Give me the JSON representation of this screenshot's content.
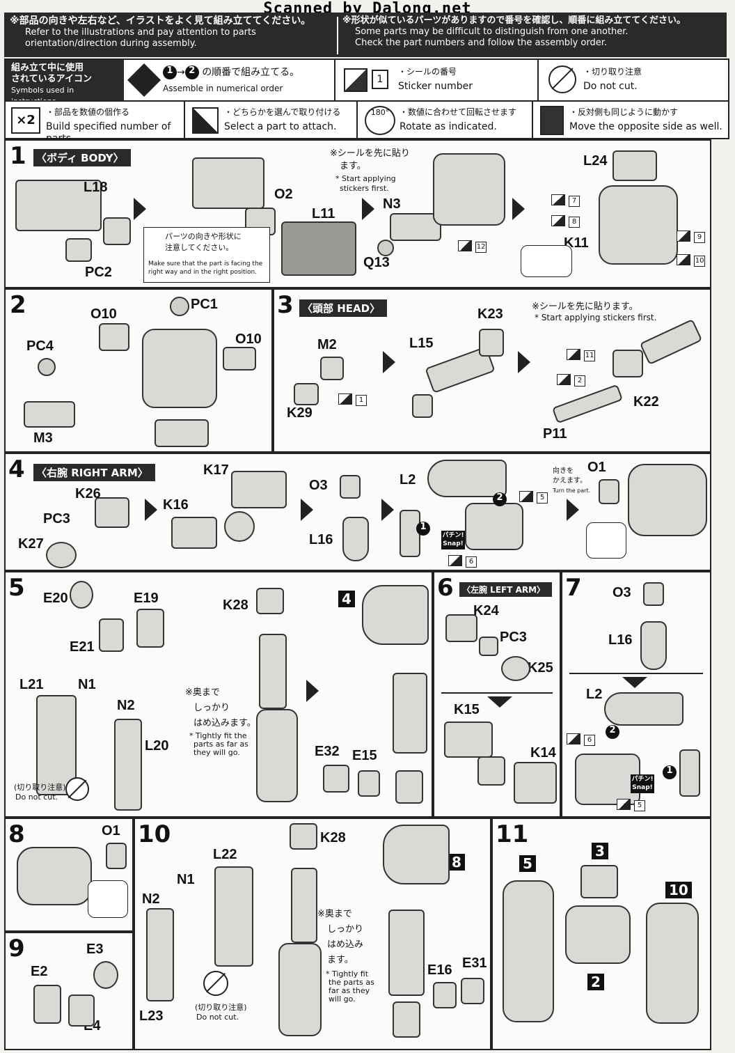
{
  "watermark": "Scanned by Dalong.net",
  "header": {
    "left_jp": "※部品の向きや左右など、イラストをよく見て組み立ててください。",
    "left_en1": "Refer to the illustrations and pay attention to parts",
    "left_en2": "orientation/direction during assembly.",
    "right_jp": "※形状が似ているパーツがありますので番号を確認し、順番に組み立ててください。",
    "right_en1": "Some parts may be difficult to distinguish from one another.",
    "right_en2": "Check the part numbers and follow the assembly order."
  },
  "legend": {
    "title_jp1": "組み立て中に使用",
    "title_jp2": "されているアイコン",
    "title_en": "Symbols used in instructions",
    "order_jp": "の順番で組み立てる。",
    "order_en": "Assemble in numerical order",
    "sticker_jp": "・シールの番号",
    "sticker_en": "Sticker number",
    "sticker_num": "1",
    "nocut_jp": "・切り取り注意",
    "nocut_en": "Do not cut.",
    "x2": "×2",
    "x2_jp": "・部品を数値の個作る",
    "x2_en": "Build specified number of parts.",
    "select_jp": "・どちらかを選んで取り付ける",
    "select_en": "Select a part to attach.",
    "rotate_label": "180°",
    "rotate_jp": "・数値に合わせて回転させます",
    "rotate_en": "Rotate as indicated.",
    "opposite_jp": "・反対側も同じように動かす",
    "opposite_en": "Move the opposite side as well."
  },
  "steps": {
    "s1": {
      "num": "1",
      "title": "〈ボディ BODY〉",
      "labels": [
        "L18",
        "PC2",
        "O2",
        "L11",
        "N3",
        "Q13",
        "L24",
        "K11"
      ],
      "stickers": [
        "12",
        "7",
        "8",
        "9",
        "10"
      ],
      "note_sticker_jp1": "※シールを先に貼り",
      "note_sticker_jp2": "ます。",
      "note_sticker_en1": "* Start applying",
      "note_sticker_en2": "stickers first.",
      "note_face_jp1": "パーツの向きや形状に",
      "note_face_jp2": "注意してください。",
      "note_face_en1": "Make sure that the part is facing the",
      "note_face_en2": "right way and in the right position."
    },
    "s2": {
      "num": "2",
      "labels": [
        "O10",
        "PC1",
        "O10",
        "PC4",
        "M3"
      ]
    },
    "s3": {
      "num": "3",
      "title": "〈頭部 HEAD〉",
      "labels": [
        "M2",
        "K29",
        "L15",
        "K23",
        "K22",
        "P11"
      ],
      "stickers": [
        "1",
        "11",
        "2"
      ],
      "note_jp": "※シールを先に貼ります。",
      "note_en": "* Start applying stickers first."
    },
    "s4": {
      "num": "4",
      "title": "〈右腕 RIGHT ARM〉",
      "labels": [
        "K26",
        "PC3",
        "K27",
        "K17",
        "K16",
        "O3",
        "L16",
        "L2",
        "O1"
      ],
      "stickers": [
        "5",
        "6"
      ],
      "snap": "パチン! Snap!",
      "turn_jp1": "向きを",
      "turn_jp2": "かえます。",
      "turn_en": "Turn the part."
    },
    "s5": {
      "num": "5",
      "labels": [
        "E20",
        "E19",
        "E21",
        "L21",
        "N1",
        "N2",
        "L20",
        "K28",
        "E32",
        "E15"
      ],
      "ref": "4",
      "nocut_jp": "(切り取り注意)",
      "nocut_en": "Do not cut.",
      "fit_jp1": "※奥まで",
      "fit_jp2": "しっかり",
      "fit_jp3": "はめ込みます。",
      "fit_en1": "* Tightly fit the",
      "fit_en2": "parts as far as",
      "fit_en3": "they will go."
    },
    "s6": {
      "num": "6",
      "title": "〈左腕 LEFT ARM〉",
      "labels": [
        "K24",
        "PC3",
        "K25",
        "K15",
        "K14"
      ]
    },
    "s7": {
      "num": "7",
      "labels": [
        "O3",
        "L16",
        "L2"
      ],
      "stickers": [
        "6",
        "5"
      ],
      "snap": "パチン! Snap!"
    },
    "s8": {
      "num": "8",
      "labels": [
        "O1"
      ]
    },
    "s9": {
      "num": "9",
      "labels": [
        "E3",
        "E2",
        "E4"
      ]
    },
    "s10": {
      "num": "10",
      "labels": [
        "L22",
        "N1",
        "N2",
        "L23",
        "K28",
        "E16",
        "E31"
      ],
      "ref": "8",
      "nocut_jp": "(切り取り注意)",
      "nocut_en": "Do not cut.",
      "fit_jp1": "※奥まで",
      "fit_jp2": "しっかり",
      "fit_jp3": "はめ込み",
      "fit_jp4": "ます。",
      "fit_en1": "* Tightly fit",
      "fit_en2": "the parts as",
      "fit_en3": "far as  they",
      "fit_en4": "will go."
    },
    "s11": {
      "num": "11",
      "refs": [
        "5",
        "3",
        "10",
        "2"
      ]
    }
  }
}
